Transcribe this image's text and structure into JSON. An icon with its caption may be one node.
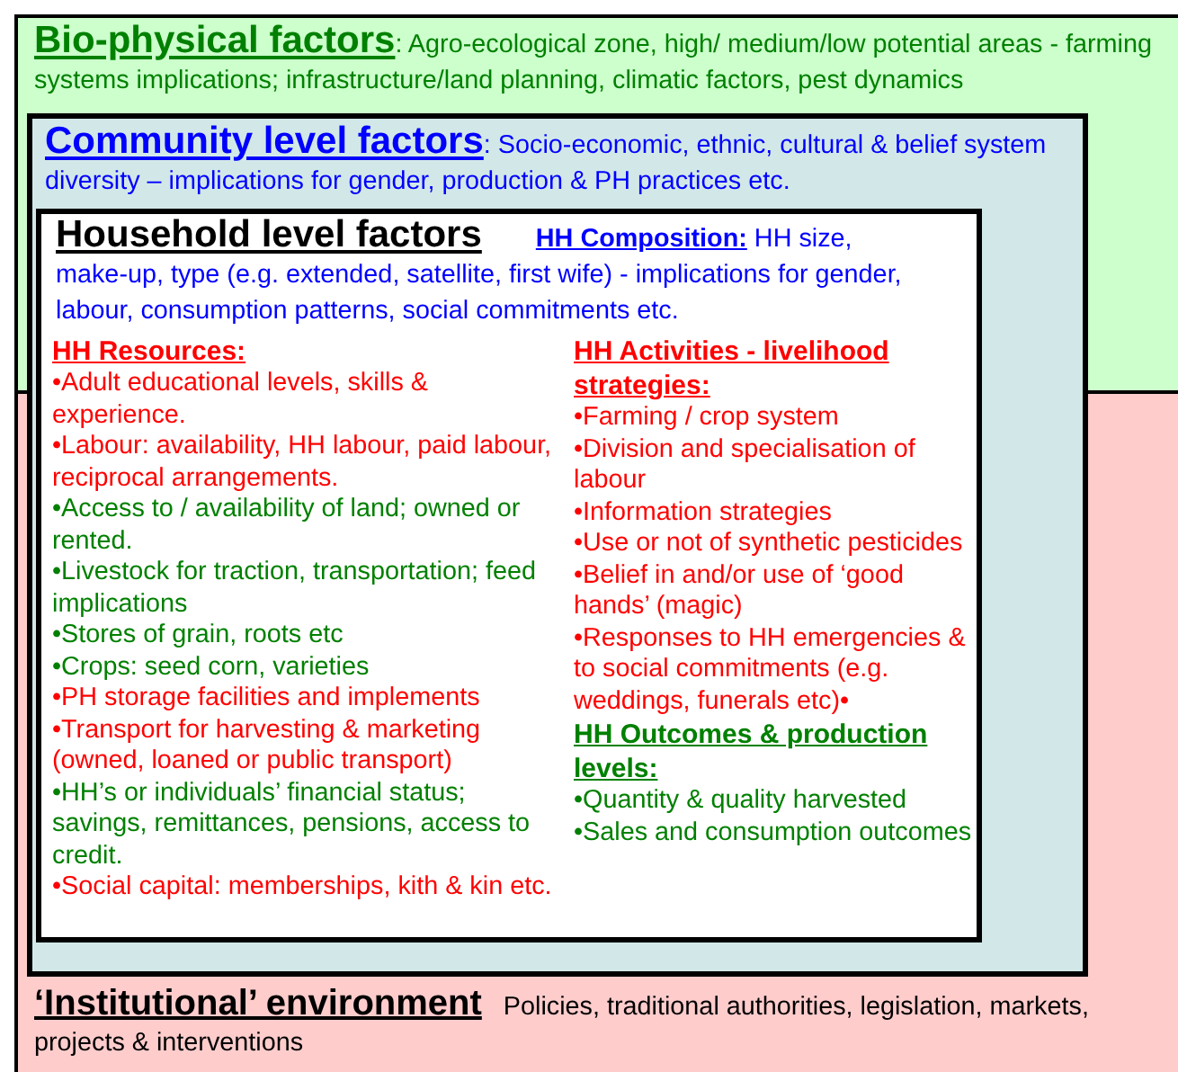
{
  "diagram": {
    "nodes": [
      {
        "text": [
          "Bio-physical factors",
          ": Agro-ecological zone, high/ medium/low potential areas - farming systems implications; infrastructure/land planning, climatic factors, pest dynamics"
        ]
      },
      {
        "text": [
          "Community level factors",
          ": Socio-economic, ethnic, cultural & belief system diversity – implications for gender, production & PH practices etc."
        ],
        "in": 0
      },
      {
        "text": [
          "Household level factors",
          "**HH Composition:** HH size, make-up, type (e.g. extended, satellite, first wife) - implications for gender, labour, consumption patterns, social commitments etc.",
          "HH Resources:",
          "•Adult educational levels, skills & experience.",
          "•Labour: availability, HH labour, paid labour, reciprocal arrangements.",
          "•Access to / availability of land; owned or rented.",
          "•Livestock for traction, transportation; feed implications",
          "•Stores of grain, roots etc",
          "•Crops: seed corn, varieties",
          "•PH storage facilities and implements",
          "•Transport for harvesting & marketing (owned, loaned or public transport)",
          "•HH’s or individuals’ financial status; savings, remittances, pensions, access to credit.",
          "•Social capital: memberships, kith & kin etc.",
          "HH Activities - livelihood strategies:",
          "•Farming / crop system",
          "•Division and specialisation of labour",
          "•Information strategies",
          "•Use or not of synthetic pesticides",
          "•Belief in and/or use of ‘good hands’ (magic)",
          "•Responses to HH emergencies & to social commitments (e.g. weddings, funerals etc)•",
          "HH Outcomes & production levels:",
          "•Quantity & quality harvested",
          "•Sales and consumption outcomes"
        ],
        "in": 1
      }
    ],
    "labels": [
      "‘Institutional’ environment",
      "Policies, traditional authorities, legislation, markets, projects & interventions"
    ]
  }
}
